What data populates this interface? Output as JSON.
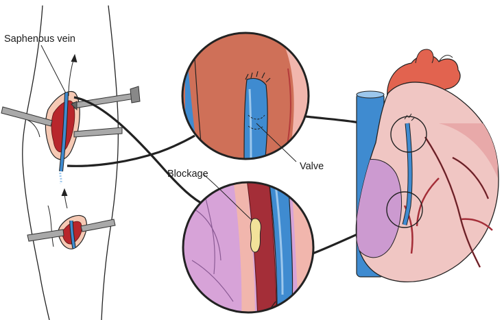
{
  "labels": {
    "saphenous_vein": "Saphenous vein",
    "blockage": "Blockage",
    "valve": "Valve"
  },
  "colors": {
    "vein_blue": "#3f8bd0",
    "vein_light": "#9cc7ec",
    "artery_red": "#a42e38",
    "heart_pink": "#f0c6c3",
    "aorta_red": "#e2634f",
    "tissue_purple": "#cc9ad0",
    "incision_red": "#b8262c",
    "clamp_gray": "#a9a9a9",
    "outline": "#222222"
  }
}
